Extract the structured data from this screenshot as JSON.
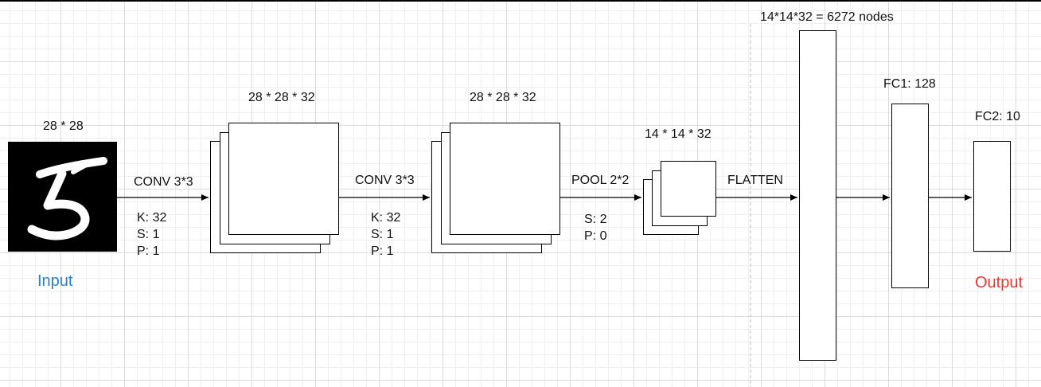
{
  "colors": {
    "input_label": "#2b7fcf",
    "output_label": "#e53935",
    "stroke": "#000000"
  },
  "input": {
    "size_label": "28 * 28",
    "caption": "Input",
    "image": "handwritten-digit-5"
  },
  "stages": [
    {
      "op": "CONV 3*3",
      "params": [
        "K: 32",
        "S: 1",
        "P: 1"
      ]
    },
    {
      "op": "CONV 3*3",
      "params": [
        "K: 32",
        "S: 1",
        "P: 1"
      ]
    },
    {
      "op": "POOL 2*2",
      "params": [
        "S: 2",
        "P: 0"
      ]
    },
    {
      "op": "FLATTEN",
      "params": []
    }
  ],
  "feature_maps": [
    {
      "size_label": "28 * 28 * 32"
    },
    {
      "size_label": "28 * 28 * 32"
    },
    {
      "size_label": "14 * 14 * 32"
    }
  ],
  "dense_layers": [
    {
      "label": "14*14*32 = 6272 nodes"
    },
    {
      "label": "FC1: 128"
    },
    {
      "label": "FC2: 10"
    }
  ],
  "output": {
    "caption": "Output"
  }
}
